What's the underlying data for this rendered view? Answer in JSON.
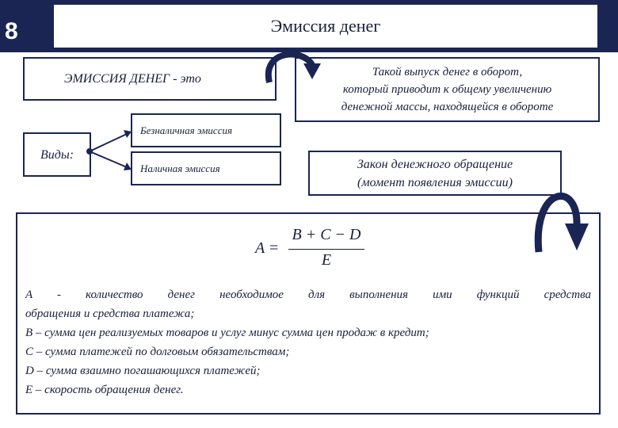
{
  "header": {
    "slide_number": "8",
    "title": "Эмиссия денег"
  },
  "definition": {
    "term": "ЭМИССИЯ ДЕНЕГ - это",
    "explanation": [
      "Такой выпуск денег в оборот,",
      "который приводит к общему увеличению",
      "денежной массы, находящейся в обороте"
    ]
  },
  "types": {
    "label": "Виды:",
    "items": [
      "Безналичная эмиссия",
      "Наличная эмиссия"
    ]
  },
  "law": {
    "lines": [
      "Закон денежного обращение",
      "(момент появления эмиссии)"
    ]
  },
  "formula": {
    "lhs": "A",
    "eq": "=",
    "numerator": "B + C − D",
    "denominator": "E"
  },
  "variables": {
    "A_line1": "A - количество денег необходимое для выполнения ими функций средства",
    "A_line2": "обращения и средства платежа;",
    "B": "В – сумма цен реализуемых товаров и услуг минус сумма цен продаж в кредит;",
    "C": "С – сумма платежей по долговым обязательствам;",
    "D": "D – сумма взаимно погашающихся платежей;",
    "E": "Е – скорость обращения денег."
  },
  "colors": {
    "navy": "#1b2554",
    "text": "#1a1f3a"
  }
}
